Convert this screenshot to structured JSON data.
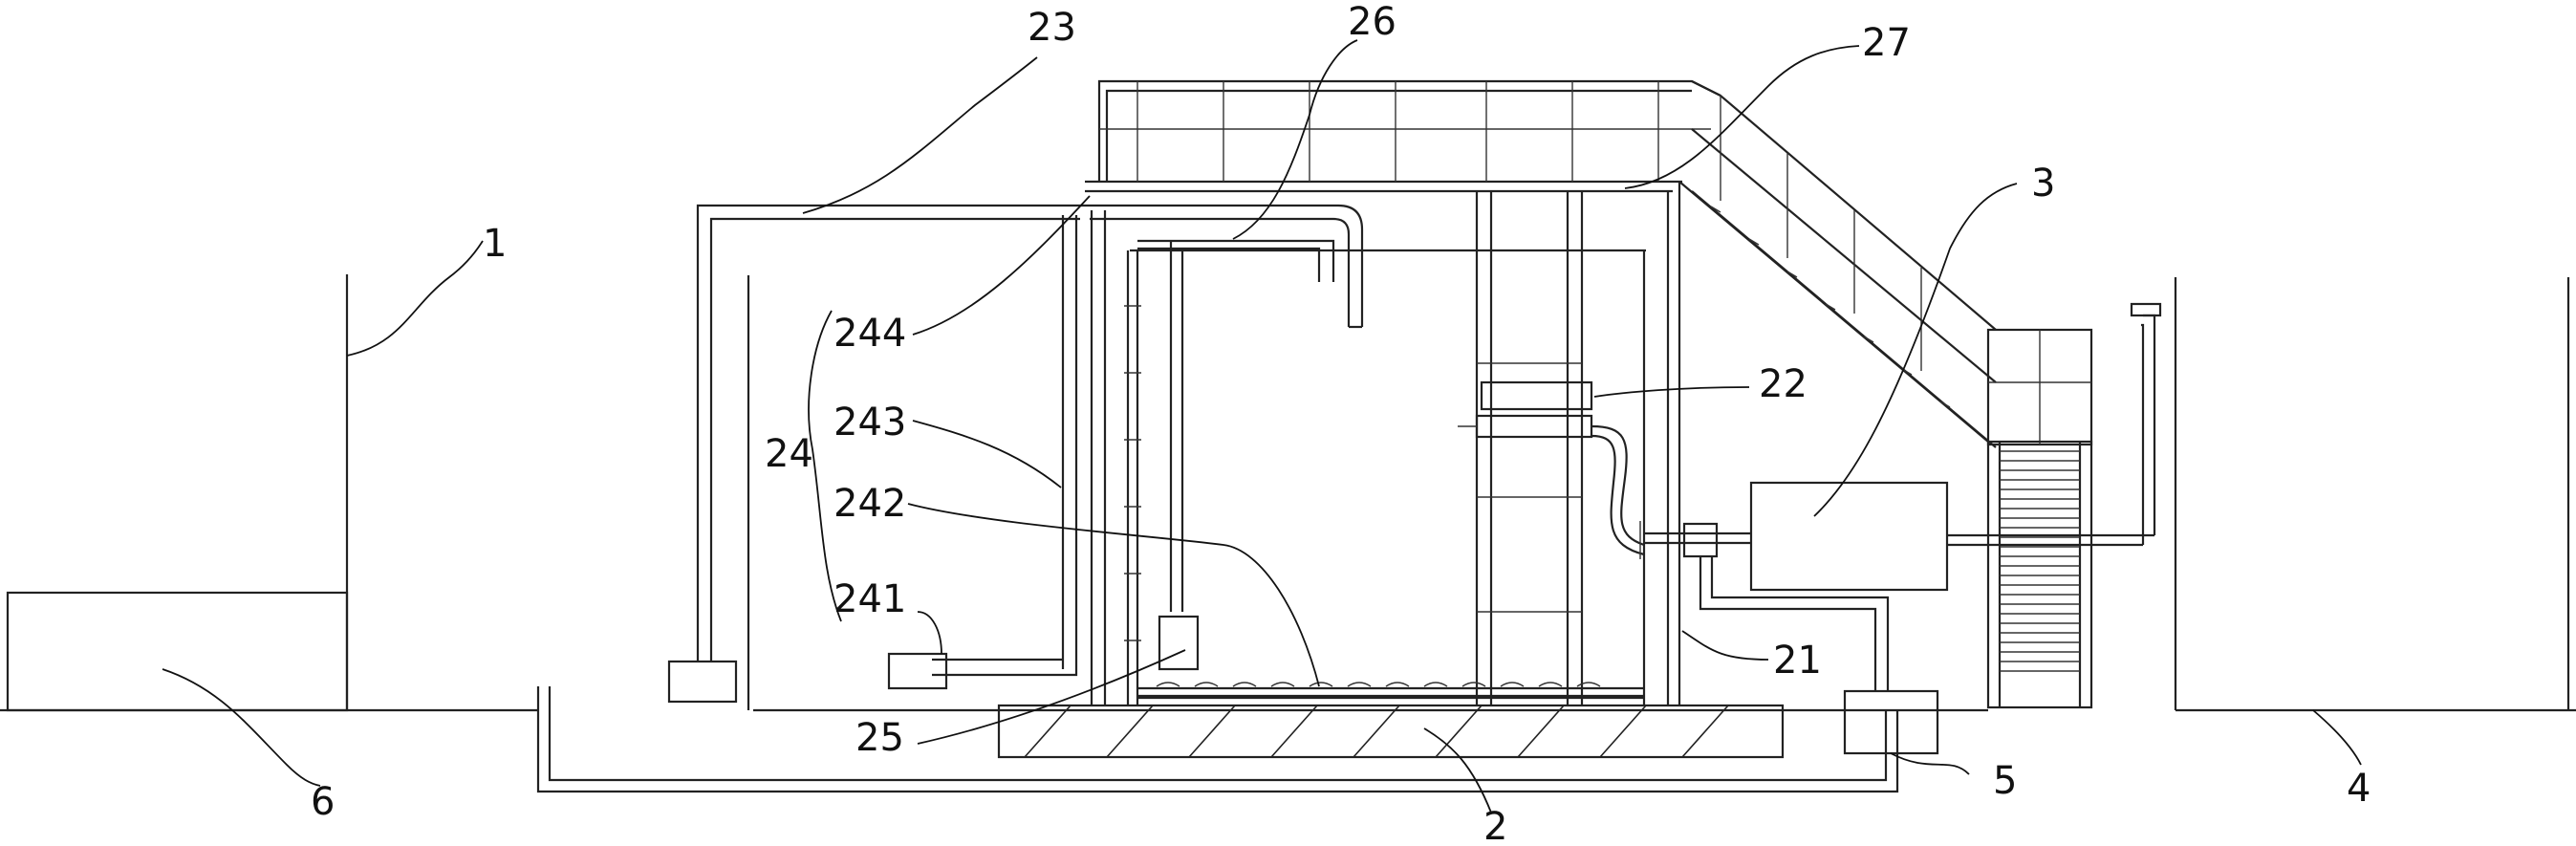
{
  "labels": {
    "l1": "1",
    "l2": "2",
    "l3": "3",
    "l4": "4",
    "l5": "5",
    "l6": "6",
    "l21": "21",
    "l22": "22",
    "l23": "23",
    "l24": "24",
    "l25": "25",
    "l26": "26",
    "l27": "27",
    "l241": "241",
    "l242": "242",
    "l243": "243",
    "l244": "244"
  },
  "colors": {
    "line": "#222222",
    "background": "#ffffff"
  }
}
